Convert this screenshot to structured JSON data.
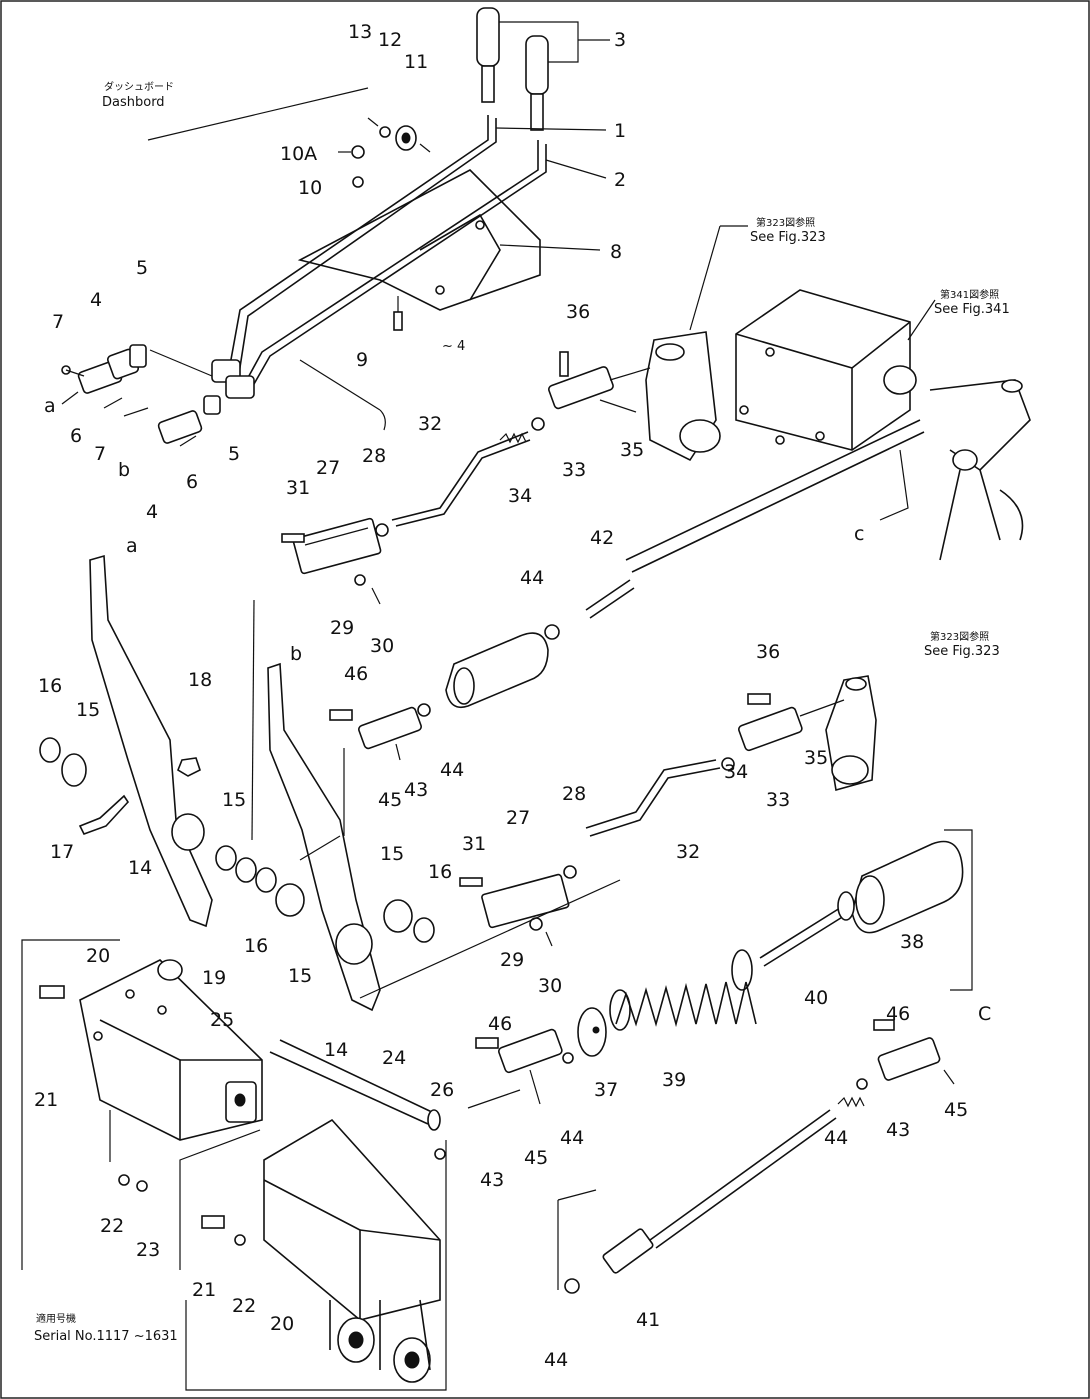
{
  "labels": {
    "dashboard_jp": "ダッシュボード",
    "dashboard": "Dashbord",
    "see_fig_323_jp_top": "第323図参照",
    "see_fig_323_top": "See Fig.323",
    "see_fig_341_jp": "第341図参照",
    "see_fig_341": "See Fig.341",
    "see_fig_323_jp_mid": "第323図参照",
    "see_fig_323_mid": "See Fig.323",
    "serial_jp": "適用号機",
    "serial": "Serial No.1117 ~1631",
    "section_mark": "~ 4",
    "marker_a1": "a",
    "marker_b1": "b",
    "marker_a2": "a",
    "marker_b2": "b",
    "marker_c1": "c",
    "marker_c2": "C"
  },
  "callouts": {
    "n1": "1",
    "n2": "2",
    "n3": "3",
    "n4a": "4",
    "n4b": "4",
    "n5a": "5",
    "n5b": "5",
    "n6a": "6",
    "n6b": "6",
    "n7a": "7",
    "n7b": "7",
    "n8": "8",
    "n9": "9",
    "n10": "10",
    "n10a": "10A",
    "n11": "11",
    "n12": "12",
    "n13": "13",
    "n14a": "14",
    "n14b": "14",
    "n15a": "15",
    "n15b": "15",
    "n15c": "15",
    "n15d": "15",
    "n16a": "16",
    "n16b": "16",
    "n16c": "16",
    "n17": "17",
    "n18": "18",
    "n19": "19",
    "n20a": "20",
    "n20b": "20",
    "n21a": "21",
    "n21b": "21",
    "n22a": "22",
    "n22b": "22",
    "n23": "23",
    "n24": "24",
    "n25": "25",
    "n26": "26",
    "n27a": "27",
    "n27b": "27",
    "n28a": "28",
    "n28b": "28",
    "n29a": "29",
    "n29b": "29",
    "n30a": "30",
    "n30b": "30",
    "n31a": "31",
    "n31b": "31",
    "n32a": "32",
    "n32b": "32",
    "n33a": "33",
    "n33b": "33",
    "n34a": "34",
    "n34b": "34",
    "n35a": "35",
    "n35b": "35",
    "n36a": "36",
    "n36b": "36",
    "n37": "37",
    "n38": "38",
    "n39": "39",
    "n40": "40",
    "n41": "41",
    "n42": "42",
    "n43a": "43",
    "n43b": "43",
    "n43c": "43",
    "n44a": "44",
    "n44b": "44",
    "n44c": "44",
    "n44d": "44",
    "n44e": "44",
    "n45a": "45",
    "n45b": "45",
    "n45c": "45",
    "n46a": "46",
    "n46b": "46",
    "n46c": "46"
  }
}
